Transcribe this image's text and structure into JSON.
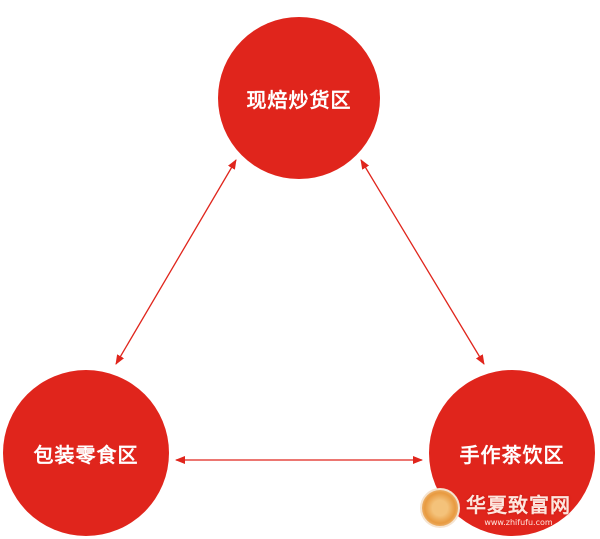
{
  "nodes": {
    "top": "现焙炒货区",
    "left": "包装零食区",
    "right": "手作茶饮区"
  },
  "colors": {
    "node": "#e0251c",
    "arrow": "#e0251c"
  },
  "watermark": {
    "title": "华夏致富网",
    "url": "www.zhifufu.com"
  }
}
